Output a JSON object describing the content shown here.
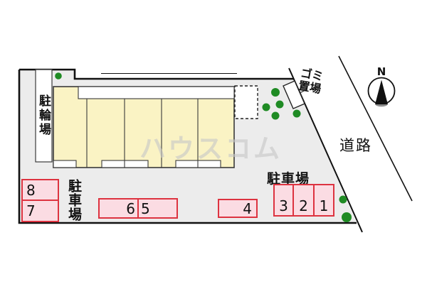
{
  "labels": {
    "bicycle_parking": "駐輪場",
    "parking_left": "駐車場",
    "parking_right": "駐車場",
    "garbage_line1": "ゴミ",
    "garbage_line2": "置場",
    "road": "道路",
    "compass_north": "N",
    "watermark": "ハウスコム"
  },
  "parking_spaces": [
    {
      "label": "1"
    },
    {
      "label": "2"
    },
    {
      "label": "3"
    },
    {
      "label": "4"
    },
    {
      "label": "5"
    },
    {
      "label": "6"
    },
    {
      "label": "7"
    },
    {
      "label": "8"
    }
  ],
  "icons": {
    "trees": "tree-icon",
    "compass": "compass-north-icon",
    "garbage_box": "garbage-box"
  },
  "colors": {
    "site_fill": "#ececec",
    "building_fill": "#faf3c4",
    "space_fill": "#fbdce3",
    "space_border": "#dd3340",
    "tree_green": "#1f8b24",
    "outline_black": "#111111",
    "watermark_gray": "#c6c6c6"
  }
}
